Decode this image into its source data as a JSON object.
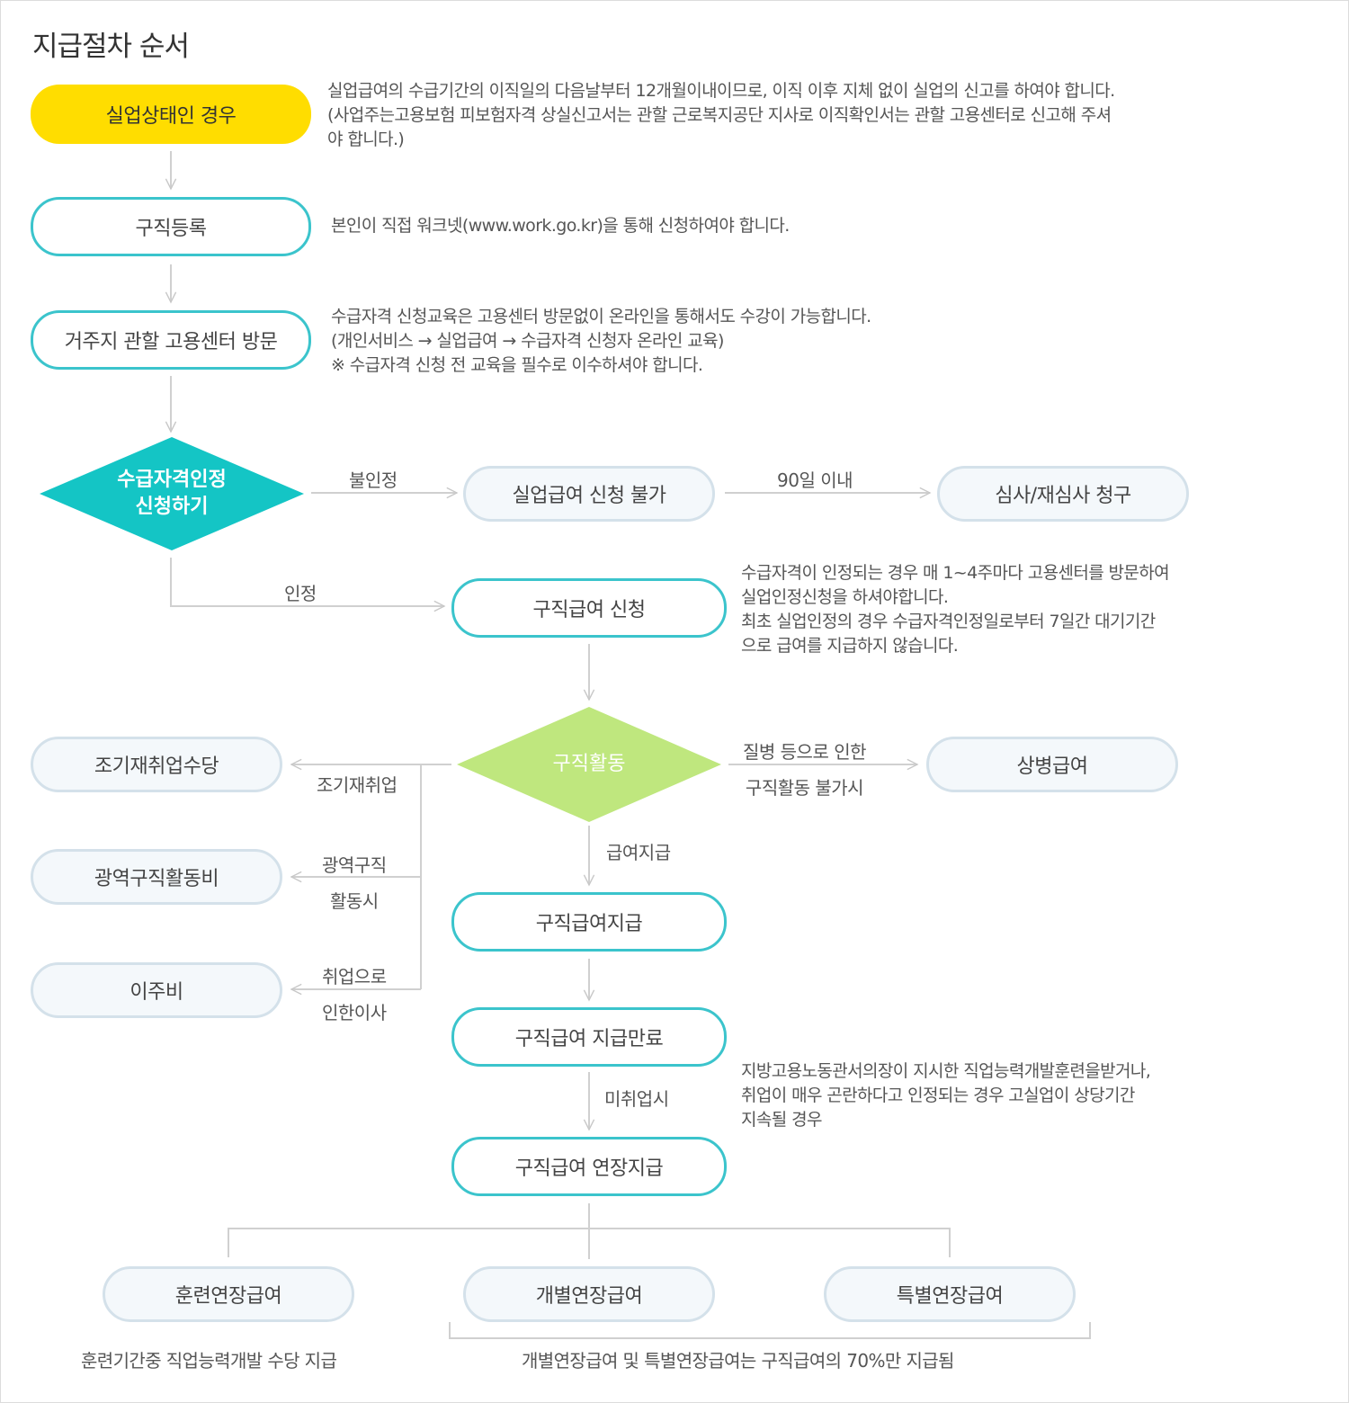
{
  "title": "지급절차 순서",
  "nodes": {
    "unemployed": "실업상태인 경우",
    "job_registration": "구직등록",
    "visit_center": "거주지 관할 고용센터 방문",
    "apply_qualification": [
      "수급자격인정",
      "신청하기"
    ],
    "not_eligible": "실업급여 신청 불가",
    "review_request": "심사/재심사 청구",
    "apply_benefit": "구직급여 신청",
    "job_search": "구직활동",
    "early_reemployment": "조기재취업수당",
    "wide_area": "광역구직활동비",
    "relocation": "이주비",
    "sickness": "상병급여",
    "benefit_payment": "구직급여지급",
    "benefit_end": "구직급여 지급만료",
    "extended": "구직급여 연장지급",
    "training_ext": "훈련연장급여",
    "individual_ext": "개별연장급여",
    "special_ext": "특별연장급여"
  },
  "descriptions": {
    "unemployed": [
      "실업급여의 수급기간의 이직일의 다음날부터 12개월이내이므로, 이직 이후 지체 없이 실업의 신고를 하여야 합니다.",
      "(사업주는고용보험 피보험자격 상실신고서는 관할 근로복지공단 지사로 이직확인서는 관할 고용센터로 신고해 주셔",
      "야 합니다.)"
    ],
    "job_registration": [
      "본인이 직접 워크넷(www.work.go.kr)을 통해 신청하여야 합니다."
    ],
    "visit_center": [
      "수급자격 신청교육은 고용센터 방문없이 온라인을 통해서도 수강이 가능합니다.",
      "(개인서비스 → 실업급여 → 수급자격 신청자 온라인 교육)",
      "※ 수급자격 신청 전 교육을 필수로 이수하셔야 합니다."
    ],
    "apply_benefit": [
      "수급자격이 인정되는 경우 매 1~4주마다 고용센터를 방문하여",
      "실업인정신청을 하셔야합니다.",
      "최초 실업인정의 경우 수급자격인정일로부터 7일간 대기기간",
      "으로 급여를 지급하지 않습니다."
    ],
    "extended": [
      "지방고용노동관서의장이 지시한 직업능력개발훈련을받거나,",
      "취업이 매우 곤란하다고 인정되는 경우 고실업이 상당기간",
      "지속될 경우"
    ]
  },
  "labels": {
    "not_approved": "불인정",
    "within_90": "90일 이내",
    "approved": "인정",
    "early_reemployment": "조기재취업",
    "wide_area": [
      "광역구직",
      "활동시"
    ],
    "relocation": [
      "취업으로",
      "인한이사"
    ],
    "sickness": [
      "질병 등으로 인한",
      "구직활동 불가시"
    ],
    "payment": "급여지급",
    "unemployed_case": "미취업시"
  },
  "footer": {
    "training": "훈련기간중 직업능력개발 수당 지급",
    "individual_special": "개별연장급여 및 특별연장급여는 구직급여의 70%만 지급됨"
  },
  "colors": {
    "teal_border": "#3bc4cc",
    "teal_diamond": "#14c5c5",
    "green_diamond": "#bfe77e",
    "yellow": "#ffdd00",
    "light_border": "#d4e1ea"
  }
}
